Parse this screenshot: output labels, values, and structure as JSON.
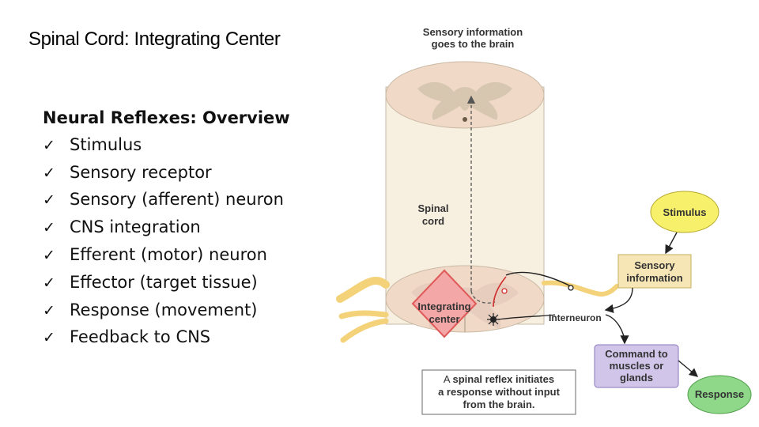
{
  "slide": {
    "title": "Spinal Cord: Integrating Center"
  },
  "overview": {
    "heading": "Neural Reflexes: Overview",
    "items": [
      "Stimulus",
      "Sensory receptor",
      "Sensory (afferent) neuron",
      "CNS integration",
      "Efferent (motor) neuron",
      "Effector (target tissue)",
      "Response (movement)",
      "Feedback to CNS"
    ],
    "check_glyph": "✓"
  },
  "diagram": {
    "top_label_line1": "Sensory information",
    "top_label_line2": "goes to the brain",
    "spinal_cord_line1": "Spinal",
    "spinal_cord_line2": "cord",
    "integrating_line1": "Integrating",
    "integrating_line2": "center",
    "interneuron": "Interneuron",
    "stimulus": "Stimulus",
    "sensory_info_line1": "Sensory",
    "sensory_info_line2": "information",
    "command_line1": "Command to",
    "command_line2": "muscles or",
    "command_line3": "glands",
    "response": "Response",
    "caption_prefix": "A ",
    "caption_bold": "spinal reflex",
    "caption_line1_suffix": " initiates",
    "caption_line2": "a response without input",
    "caption_line3": "from the brain.",
    "colors": {
      "cord_body": "#f7efdf",
      "cord_section": "#f1d9c8",
      "gray_matter": "#d7c7b0",
      "integrating_fill": "#f4a7a7",
      "integrating_stroke": "#e05a5a",
      "nerve": "#f3d27a",
      "stimulus": "#f7f06a",
      "sensory_info": "#f7e6b5",
      "command": "#d2c5ea",
      "response": "#8fd88a"
    }
  }
}
